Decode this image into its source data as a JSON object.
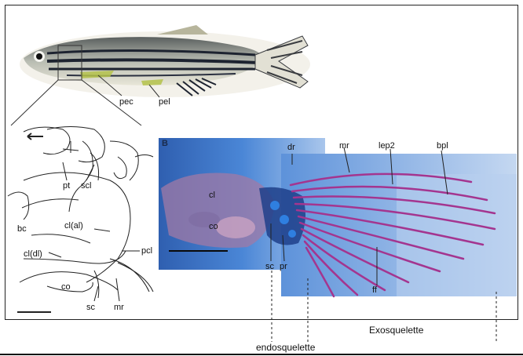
{
  "fish_labels": {
    "pec": "pec",
    "pel": "pel"
  },
  "drawing_labels": {
    "pt": "pt",
    "scl": "scl",
    "bc": "bc",
    "cl_al": "cl(al)",
    "cl_dl": "cl(dl)",
    "pcl": "pcl",
    "co": "co",
    "sc": "sc",
    "mr": "mr"
  },
  "photo_labels": {
    "panel_letter": "B",
    "cl": "cl",
    "co": "co",
    "sc": "sc",
    "pr": "pr",
    "dr": "dr",
    "mr": "mr",
    "lep2": "lep2",
    "bpl": "bpl",
    "ff": "ff"
  },
  "annotations": {
    "endosquelette": "endosquelette",
    "exosquelette": "Exosquelette"
  },
  "colors": {
    "photo_bg": "#3f74c8",
    "ray_color": "#a4358f",
    "fish_stripe": "#1d2330"
  }
}
